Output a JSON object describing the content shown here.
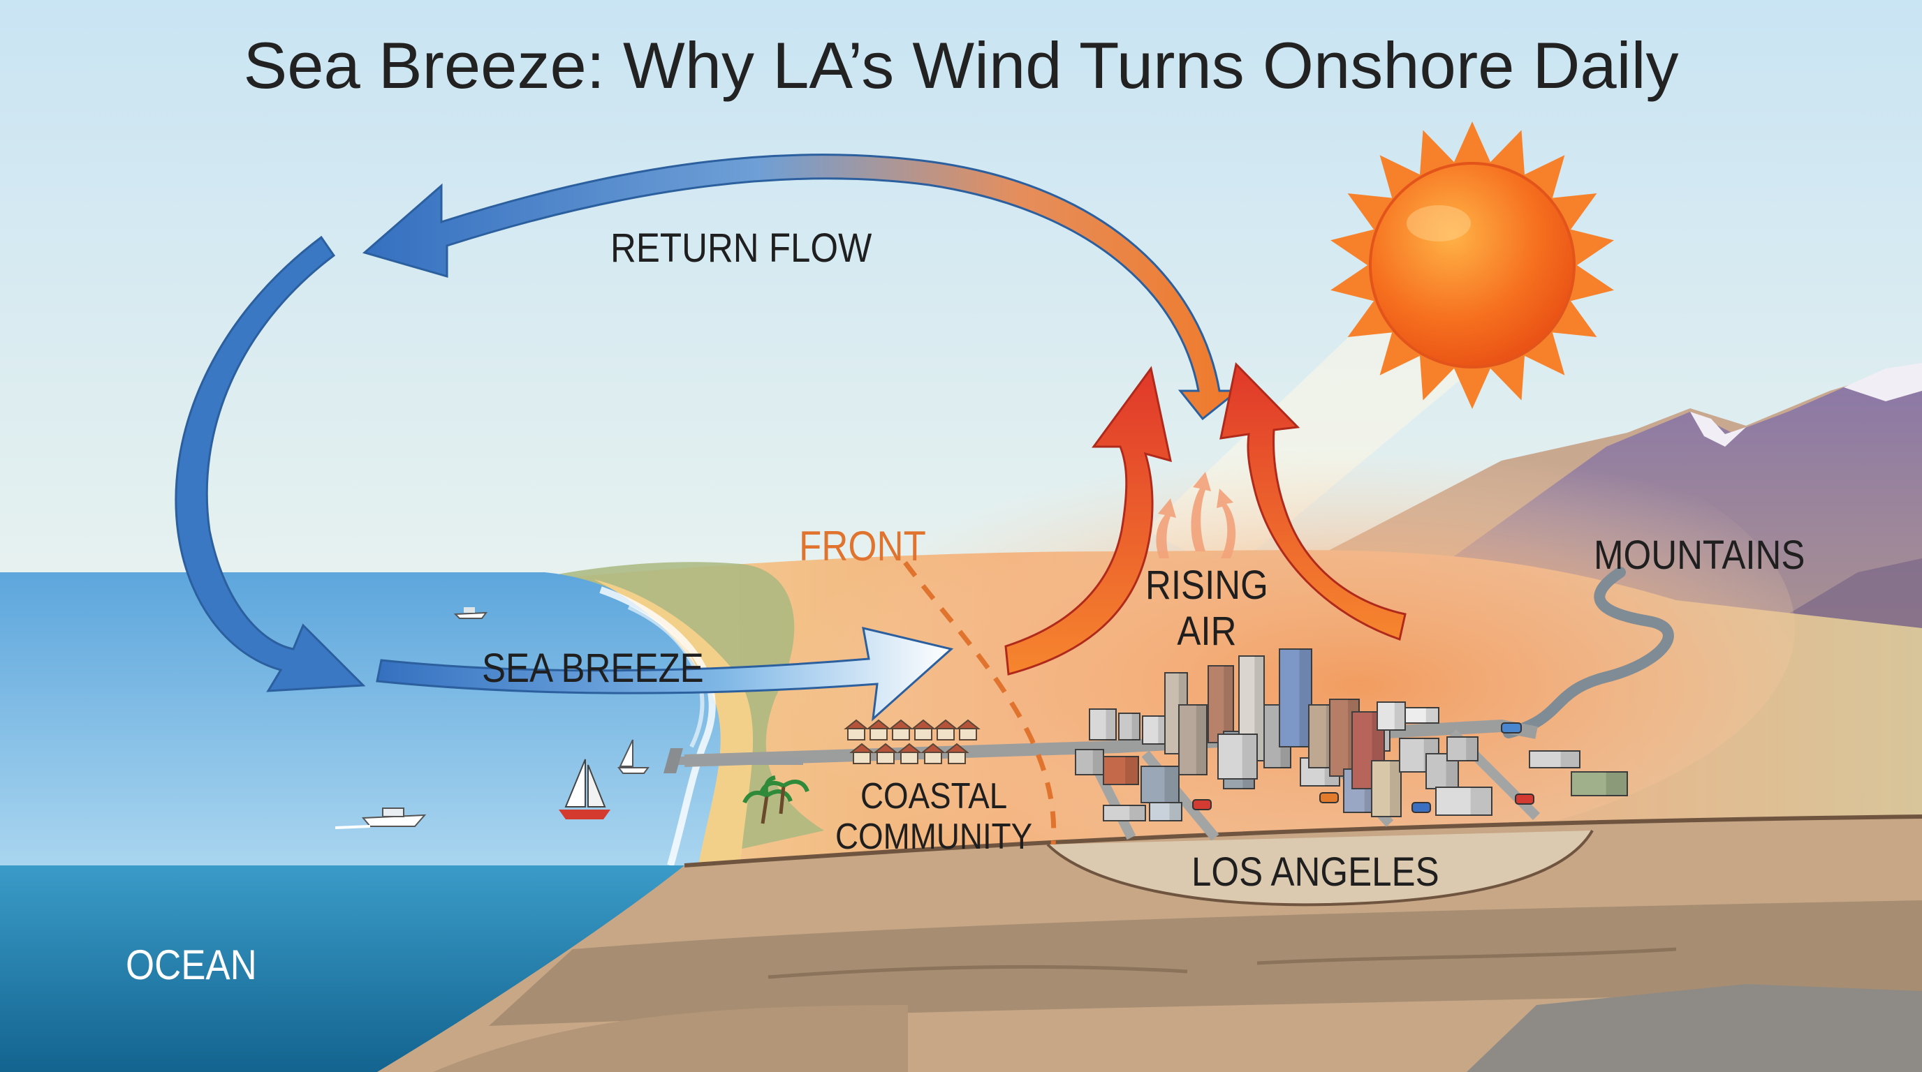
{
  "title": "Sea Breeze: Why LA’s Wind Turns Onshore Daily",
  "labels": {
    "return_flow": "RETURN FLOW",
    "sea_breeze": "SEA BREEZE",
    "front": "FRONT",
    "rising_air_line1": "RISING",
    "rising_air_line2": "AIR",
    "mountains": "MOUNTAINS",
    "coastal_line1": "COASTAL",
    "coastal_line2": "COMMUNITY",
    "los_angeles": "LOS ANGELES",
    "ocean": "OCEAN"
  },
  "colors": {
    "sky_top": "#cde6f3",
    "sky_bottom": "#eef4ea",
    "ocean_light": "#a7d3ee",
    "ocean_deep": "#1f7fb1",
    "land_warm": "#f2a36a",
    "cool_arrow": "#3a78c4",
    "warm_arrow": "#f07a2a",
    "rising_arrow": "#e03e2b",
    "front_line": "#e0742e",
    "sun": "#f37a1f",
    "mountains": "#8e7aa4",
    "ground": "#b79676"
  },
  "icons": [
    "sun-icon",
    "sailboat-icon",
    "motorboat-icon",
    "palm-tree-icon",
    "car-icon",
    "building-icon",
    "house-icon"
  ]
}
